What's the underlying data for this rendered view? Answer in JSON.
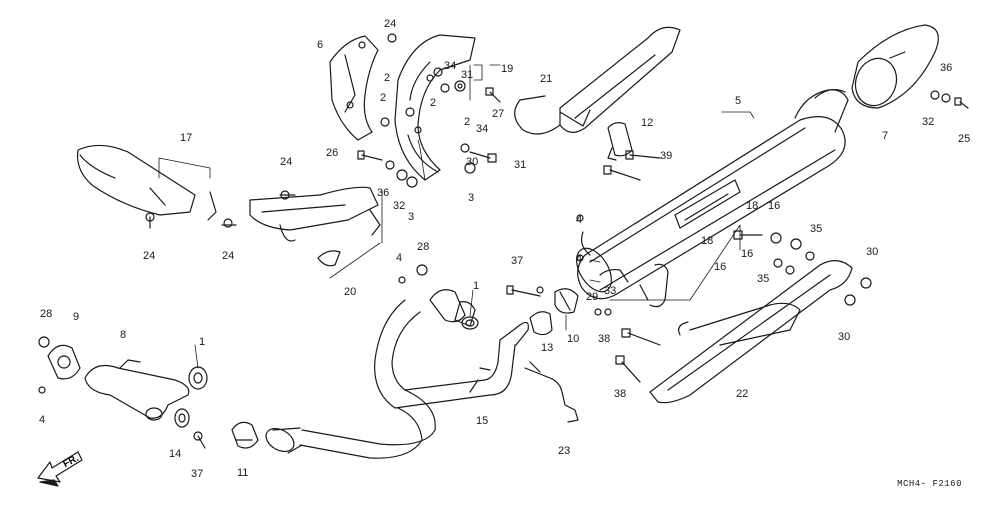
{
  "diagram": {
    "code": "MCH4- F2160",
    "direction_label": "FR."
  },
  "labels": [
    "1",
    "1",
    "2",
    "2",
    "2",
    "2",
    "3",
    "3",
    "4",
    "4",
    "4",
    "4",
    "5",
    "6",
    "7",
    "8",
    "9",
    "10",
    "11",
    "12",
    "13",
    "14",
    "15",
    "16",
    "16",
    "16",
    "17",
    "18",
    "18",
    "19",
    "20",
    "21",
    "22",
    "23",
    "24",
    "24",
    "24",
    "24",
    "25",
    "26",
    "27",
    "28",
    "28",
    "29",
    "30",
    "30",
    "30",
    "31",
    "31",
    "32",
    "32",
    "33",
    "34",
    "34",
    "35",
    "35",
    "36",
    "36",
    "37",
    "37",
    "38",
    "38",
    "39"
  ]
}
